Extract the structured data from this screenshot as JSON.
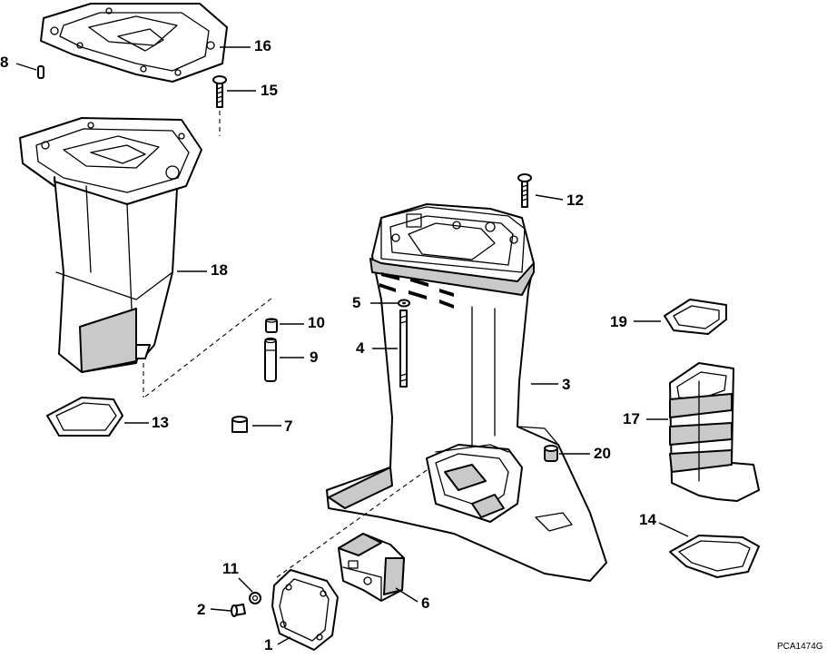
{
  "diagram": {
    "reference_code": "PCA1474G",
    "callouts": {
      "c1": "1",
      "c2": "2",
      "c3": "3",
      "c4": "4",
      "c5": "5",
      "c6": "6",
      "c7": "7",
      "c8": "8",
      "c9": "9",
      "c10": "10",
      "c11": "11",
      "c12": "12",
      "c13": "13",
      "c14": "14",
      "c15": "15",
      "c16": "16",
      "c17": "17",
      "c18": "18",
      "c19": "19",
      "c20": "20"
    }
  }
}
